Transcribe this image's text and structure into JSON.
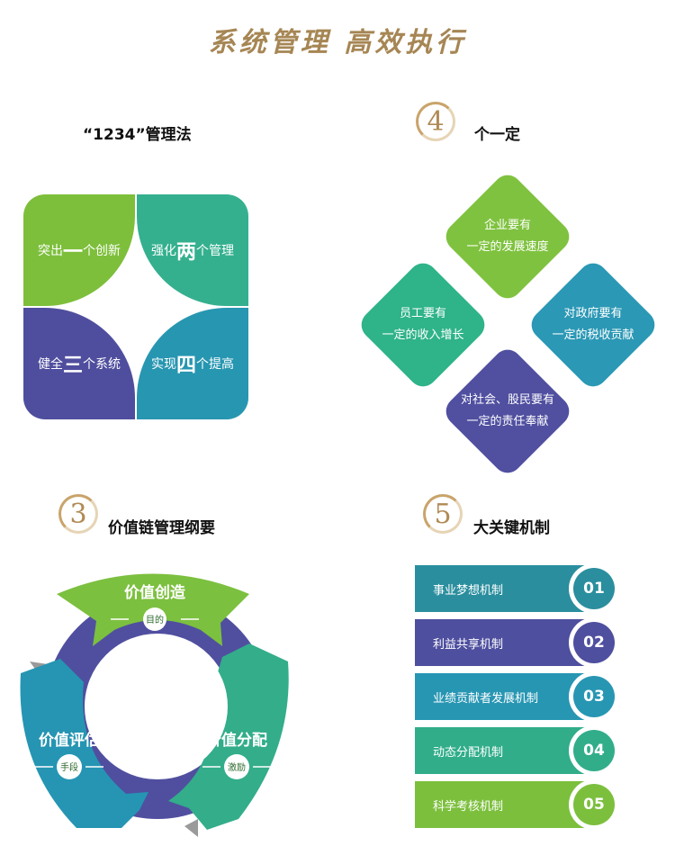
{
  "title": "系统管理  高效执行",
  "section_1234": {
    "title": "“1234”管理法",
    "items": [
      {
        "pre": "突出",
        "big": "一",
        "post": "个创新",
        "color": "#7dbf3b"
      },
      {
        "pre": "强化",
        "big": "两",
        "post": "个管理",
        "color": "#34b08f"
      },
      {
        "pre": "健全",
        "big": "三",
        "post": "个系统",
        "color": "#4f4e9e"
      },
      {
        "pre": "实现",
        "big": "四",
        "post": "个提高",
        "color": "#2796b1"
      }
    ]
  },
  "section_4": {
    "number": "4",
    "title": "个一定",
    "items": [
      {
        "line1": "企业要有",
        "line2": "一定的发展速度",
        "color": "#7fc23f"
      },
      {
        "line1": "员工要有",
        "line2": "一定的收入增长",
        "color": "#2fb389"
      },
      {
        "line1": "对政府要有",
        "line2": "一定的税收贡献",
        "color": "#2b98b5"
      },
      {
        "line1": "对社会、股民要有",
        "line2": "一定的责任奉献",
        "color": "#504fa0"
      }
    ]
  },
  "section_3": {
    "number": "3",
    "title": "价值链管理纲要",
    "segments": [
      {
        "label": "价值创造",
        "sub": "目的",
        "color": "#7cc03f"
      },
      {
        "label": "价值分配",
        "sub": "激励",
        "color": "#33ad8a"
      },
      {
        "label": "价值评估",
        "sub": "手段",
        "color": "#2595b3"
      }
    ],
    "ring_color": "#504f9f"
  },
  "section_5": {
    "number": "5",
    "title": "大关键机制",
    "items": [
      {
        "label": "事业梦想机制",
        "num": "01",
        "color": "#2a8e9e"
      },
      {
        "label": "利益共享机制",
        "num": "02",
        "color": "#4e4f9f"
      },
      {
        "label": "业绩贡献者发展机制",
        "num": "03",
        "color": "#2796b3"
      },
      {
        "label": "动态分配机制",
        "num": "04",
        "color": "#31ad8a"
      },
      {
        "label": "科学考核机制",
        "num": "05",
        "color": "#7cbf3d"
      }
    ]
  }
}
